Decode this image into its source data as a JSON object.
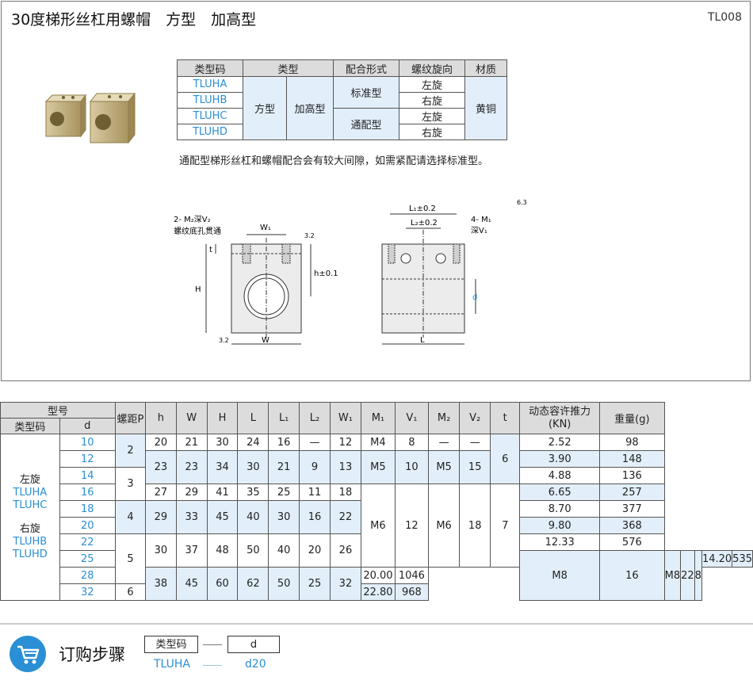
{
  "header": {
    "title": "30度梯形丝杠用螺帽　方型　加高型",
    "code": "TL008"
  },
  "spec_table": {
    "headers": [
      "类型码",
      "类型",
      "配合形式",
      "螺纹旋向",
      "材质"
    ],
    "codes": [
      "TLUHA",
      "TLUHB",
      "TLUHC",
      "TLUHD"
    ],
    "type1": "方型",
    "type2": "加高型",
    "fit": [
      "标准型",
      "通配型"
    ],
    "directions": [
      "左旋",
      "右旋",
      "左旋",
      "右旋"
    ],
    "material": "黄铜"
  },
  "note": "通配型梯形丝杠和螺帽配合会有较大间隙，如需紧配请选择标准型。",
  "drawing": {
    "labels": {
      "m2": "2- M₂深V₂",
      "thread_hole": "螺纹底孔贯通",
      "w1": "W₁",
      "t": "t",
      "h": "H",
      "h_tol": "h±0.1",
      "w": "W",
      "l1": "L₁±0.2",
      "l2": "L₂±0.2",
      "m1": "4- M₁",
      "v1": "深V₁",
      "d": "d",
      "l": "L",
      "r32a": "3.2",
      "r32b": "3.2",
      "r63": "6.3"
    }
  },
  "main_table": {
    "h_model": "型号",
    "h_code": "类型码",
    "h_d": "d",
    "h_pitch": "螺距P",
    "cols": [
      "h",
      "W",
      "H",
      "L",
      "L₁",
      "L₂",
      "W₁",
      "M₁",
      "V₁",
      "M₂",
      "V₂",
      "t"
    ],
    "h_thrust": "动态容许推力\n(KN)",
    "h_weight": "重量(g)",
    "left": {
      "dir1": "左旋",
      "c1": "TLUHA",
      "c2": "TLUHC",
      "dir2": "右旋",
      "c3": "TLUHB",
      "c4": "TLUHD"
    },
    "d": [
      "10",
      "12",
      "14",
      "16",
      "18",
      "20",
      "22",
      "25",
      "28",
      "32"
    ],
    "pitch": [
      "2",
      "3",
      "4",
      "5",
      "6"
    ],
    "groups": [
      [
        "20",
        "21",
        "30",
        "24",
        "16",
        "—",
        "12"
      ],
      [
        "23",
        "23",
        "34",
        "30",
        "21",
        "9",
        "13"
      ],
      [
        "27",
        "29",
        "41",
        "35",
        "25",
        "11",
        "18"
      ],
      [
        "29",
        "33",
        "45",
        "40",
        "30",
        "16",
        "22"
      ],
      [
        "30",
        "37",
        "48",
        "50",
        "40",
        "20",
        "26"
      ],
      [
        "38",
        "45",
        "60",
        "62",
        "50",
        "25",
        "32"
      ]
    ],
    "m_rows": [
      [
        "M4",
        "8",
        "—",
        "—"
      ],
      [
        "M5",
        "10",
        "M5",
        "15"
      ],
      [
        "M6",
        "12",
        "M6",
        "18"
      ],
      [
        "M8",
        "16",
        "M8",
        "22"
      ]
    ],
    "t": [
      "6",
      "7",
      "8"
    ],
    "thrust": [
      "2.52",
      "3.90",
      "4.88",
      "6.65",
      "8.70",
      "9.80",
      "12.33",
      "14.20",
      "20.00",
      "22.80"
    ],
    "weight": [
      "98",
      "148",
      "136",
      "257",
      "377",
      "368",
      "576",
      "535",
      "1046",
      "968"
    ]
  },
  "order": {
    "title": "订购步骤",
    "box1": "类型码",
    "box2": "d",
    "val1": "TLUHA",
    "val2": "d20"
  },
  "colors": {
    "accent": "#2a8fd4",
    "header_bg": "#dcdcdc",
    "cell_blue": "#e2effa"
  }
}
